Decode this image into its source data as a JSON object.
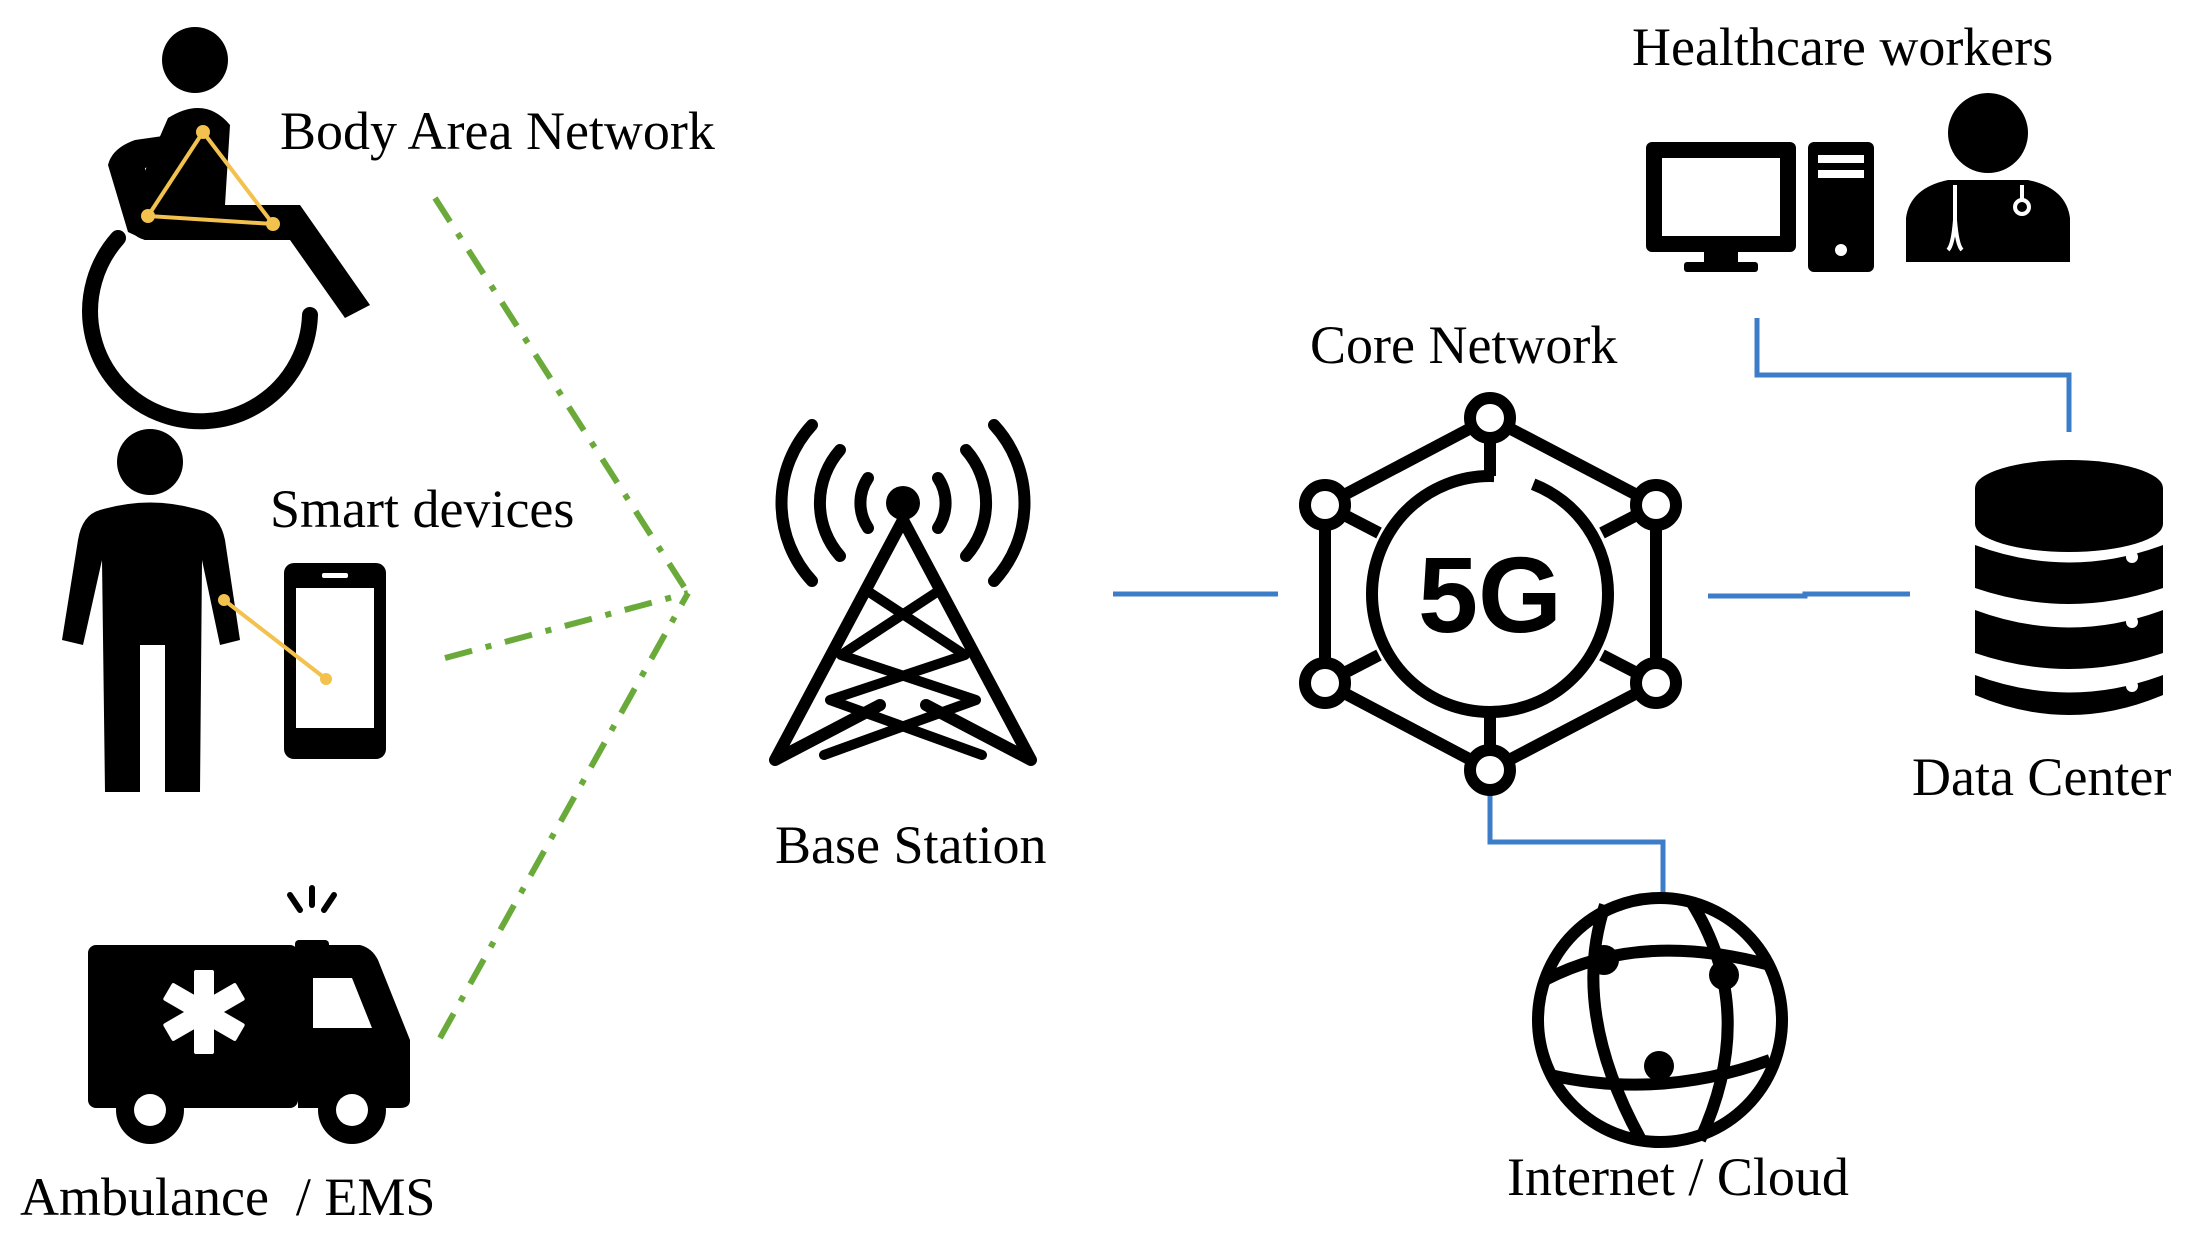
{
  "labels": {
    "body_area_network": "Body Area Network",
    "smart_devices": "Smart devices",
    "ambulance": "Ambulance  / EMS",
    "base_station": "Base Station",
    "core_network": "Core Network",
    "five_g": "5G",
    "healthcare_workers": "Healthcare workers",
    "data_center": "Data Center",
    "internet_cloud": "Internet / Cloud"
  },
  "icons": {
    "wheelchair_user": "wheelchair-user-icon",
    "person": "person-icon",
    "smartphone": "smartphone-icon",
    "ambulance": "ambulance-icon",
    "cell_tower": "cell-tower-icon",
    "network_hub": "5g-network-hub-icon",
    "computer": "desktop-computer-icon",
    "doctor": "doctor-icon",
    "database": "database-icon",
    "globe": "globe-icon"
  },
  "colors": {
    "wireless_link": "#6aaa3a",
    "wired_link": "#3d7cc9",
    "sensor_link": "#f2c14e",
    "icon": "#000000"
  }
}
